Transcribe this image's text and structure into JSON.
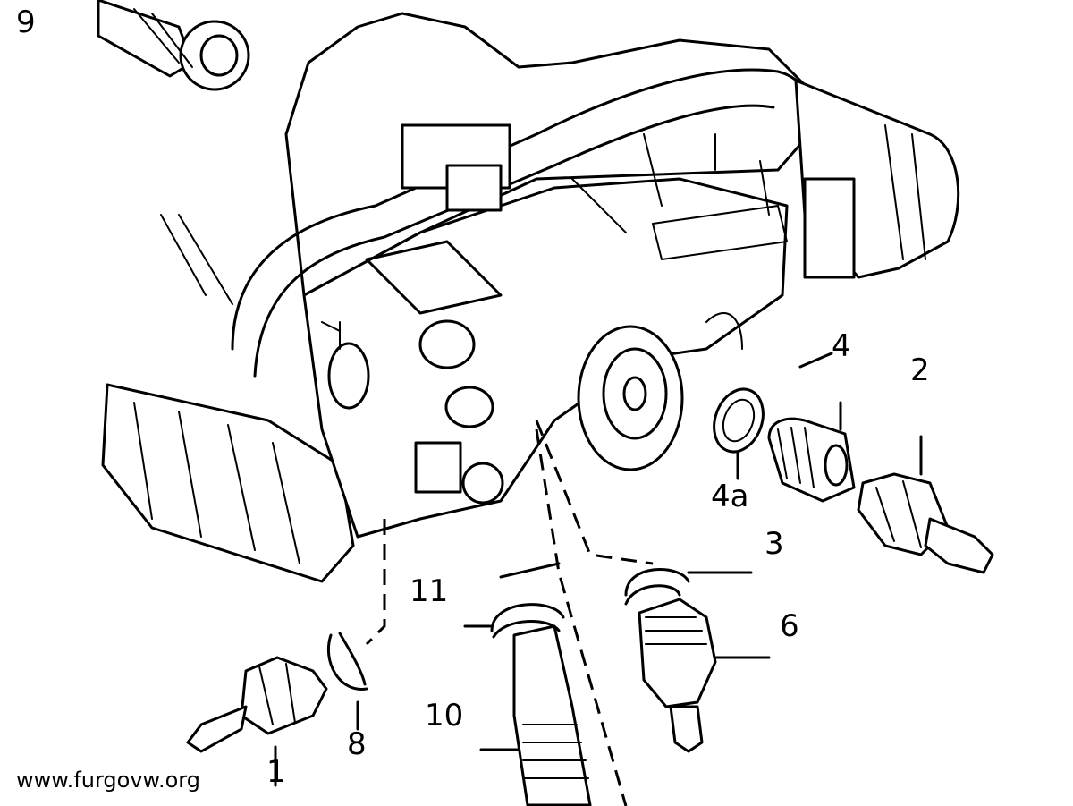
{
  "diagram": {
    "labels": [
      {
        "id": "9",
        "text": "9"
      },
      {
        "id": "4",
        "text": "4"
      },
      {
        "id": "2",
        "text": "2"
      },
      {
        "id": "4a",
        "text": "4a"
      },
      {
        "id": "3",
        "text": "3"
      },
      {
        "id": "6",
        "text": "6"
      },
      {
        "id": "11",
        "text": "11"
      },
      {
        "id": "10",
        "text": "10"
      },
      {
        "id": "8",
        "text": "8"
      },
      {
        "id": "1",
        "text": "1"
      }
    ],
    "watermark": "www.furgovw.org"
  }
}
